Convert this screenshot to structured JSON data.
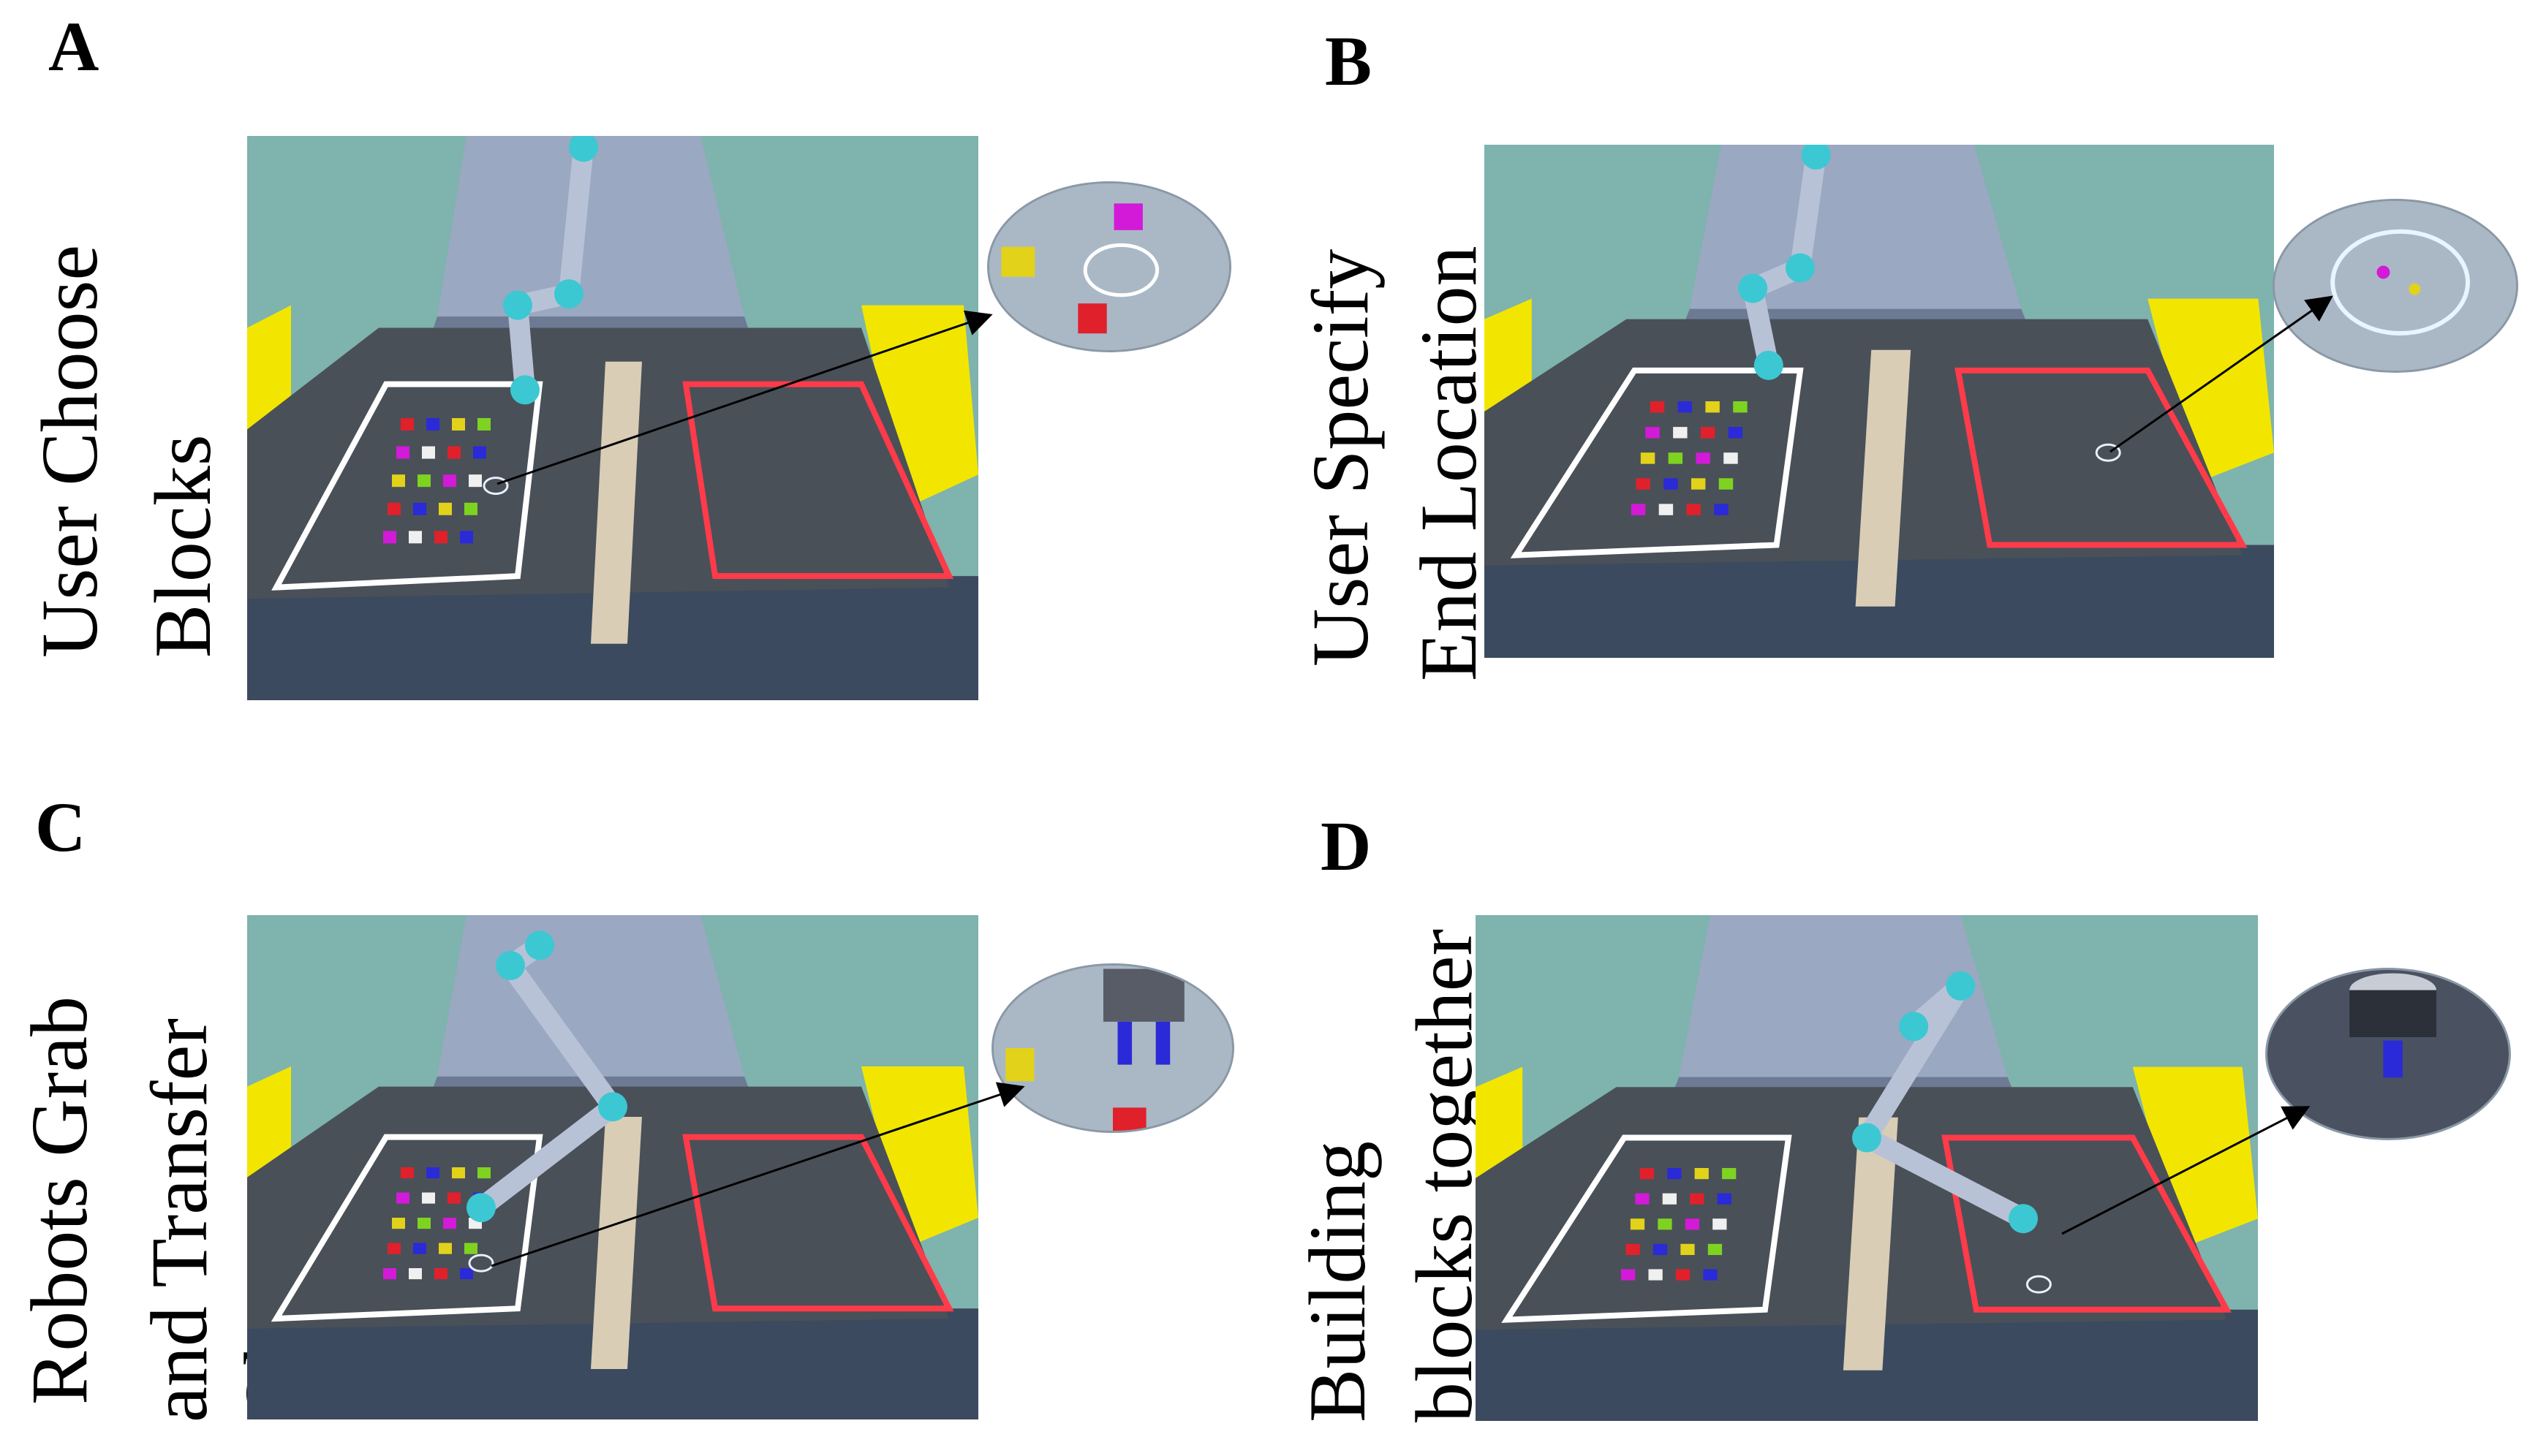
{
  "panels": [
    {
      "letter": "A",
      "label_lines": [
        "User Choose",
        "Blocks"
      ]
    },
    {
      "letter": "B",
      "label_lines": [
        "User Specify",
        "End Location"
      ]
    },
    {
      "letter": "C",
      "label_lines": [
        "Robots Grab",
        "and Transfer"
      ],
      "clipped_text": "Ob"
    },
    {
      "letter": "D",
      "label_lines": [
        "Building",
        "blocks together"
      ]
    }
  ],
  "colors": {
    "background": "#ffffff",
    "floor": "#7fb3ad",
    "table": "#4a5058",
    "white_zone": "#ffffff",
    "red_zone": "#ff3b4a",
    "robot_arm": "#b8c2d6",
    "robot_joint": "#3cc8d2",
    "block_colors": [
      "#e0212b",
      "#2a2ad8",
      "#e2d21a",
      "#7ed321",
      "#d21ad8",
      "#f0f0f0"
    ]
  },
  "icons": [
    "robot-arm-icon",
    "block-grid-icon",
    "target-ring-icon",
    "zoom-inset-icon"
  ]
}
